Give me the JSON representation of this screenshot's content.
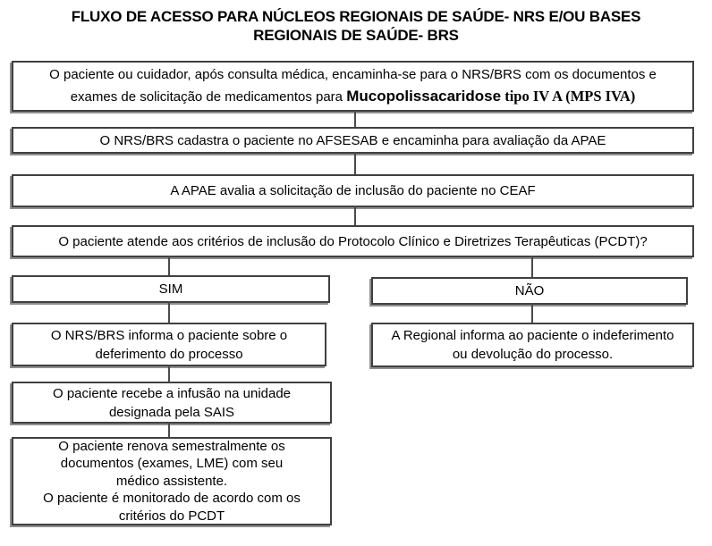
{
  "title": {
    "line1": "FLUXO DE ACESSO PARA NÚCLEOS REGIONAIS DE SAÚDE- NRS E/OU BASES",
    "line2": "REGIONAIS DE SAÚDE- BRS"
  },
  "flowchart": {
    "step1": {
      "text": "O paciente ou cuidador, após consulta médica, encaminha-se para o NRS/BRS com os documentos e\nexames de solicitação de medicamentos para ",
      "disease_bold": "Mucopolissacaridose",
      "disease_code": " tipo IV A (MPS IVA)"
    },
    "step2": "O NRS/BRS cadastra o paciente no AFSESAB e encaminha para avaliação da APAE",
    "step3": "A APAE avalia a solicitação de inclusão do paciente no CEAF",
    "step4": "O paciente atende aos critérios de inclusão do Protocolo Clínico e Diretrizes Terapêuticas (PCDT)?",
    "decision_yes": "SIM",
    "decision_no": "NÃO",
    "yes_branch": [
      "O NRS/BRS informa o paciente sobre o\ndeferimento do processo",
      "O paciente recebe a infusão na unidade\ndesignada pela SAIS",
      "O paciente renova semestralmente os\ndocumentos (exames, LME) com seu\nmédico assistente.\nO paciente é monitorado de acordo com os\ncritérios do PCDT"
    ],
    "no_branch": [
      "A Regional informa ao paciente o indeferimento\nou devolução do processo."
    ]
  },
  "colors": {
    "background": "#ffffff",
    "text": "#000000",
    "box_border": "#404040",
    "box_shadow": "#8f8f8f",
    "connector": "#4a4a4a"
  }
}
